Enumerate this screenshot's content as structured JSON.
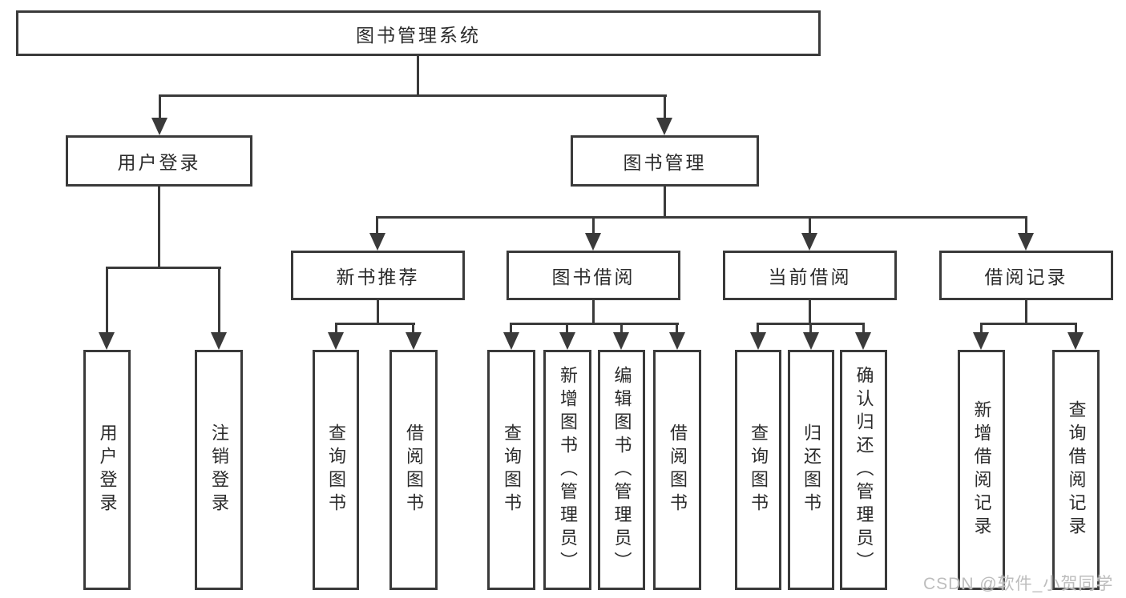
{
  "tree": {
    "root": {
      "label": "图书管理系统"
    },
    "branches": [
      {
        "label": "用户登录",
        "children": [
          {
            "label": "用户登录"
          },
          {
            "label": "注销登录"
          }
        ]
      },
      {
        "label": "图书管理",
        "children": [
          {
            "label": "新书推荐",
            "children": [
              {
                "label": "查询图书"
              },
              {
                "label": "借阅图书"
              }
            ]
          },
          {
            "label": "图书借阅",
            "children": [
              {
                "label": "查询图书"
              },
              {
                "label": "新增图书（管理员）"
              },
              {
                "label": "编辑图书（管理员）"
              },
              {
                "label": "借阅图书"
              }
            ]
          },
          {
            "label": "当前借阅",
            "children": [
              {
                "label": "查询图书"
              },
              {
                "label": "归还图书"
              },
              {
                "label": "确认归还（管理员）"
              }
            ]
          },
          {
            "label": "借阅记录",
            "children": [
              {
                "label": "新增借阅记录"
              },
              {
                "label": "查询借阅记录"
              }
            ]
          }
        ]
      }
    ]
  },
  "watermark": {
    "text": "CSDN @软件_小贺同学"
  },
  "colors": {
    "line": "#3a3a3a",
    "box_border": "#3a3a3a",
    "text": "#2b2b2b",
    "background": "#ffffff",
    "watermark": "#bdbdbd"
  }
}
